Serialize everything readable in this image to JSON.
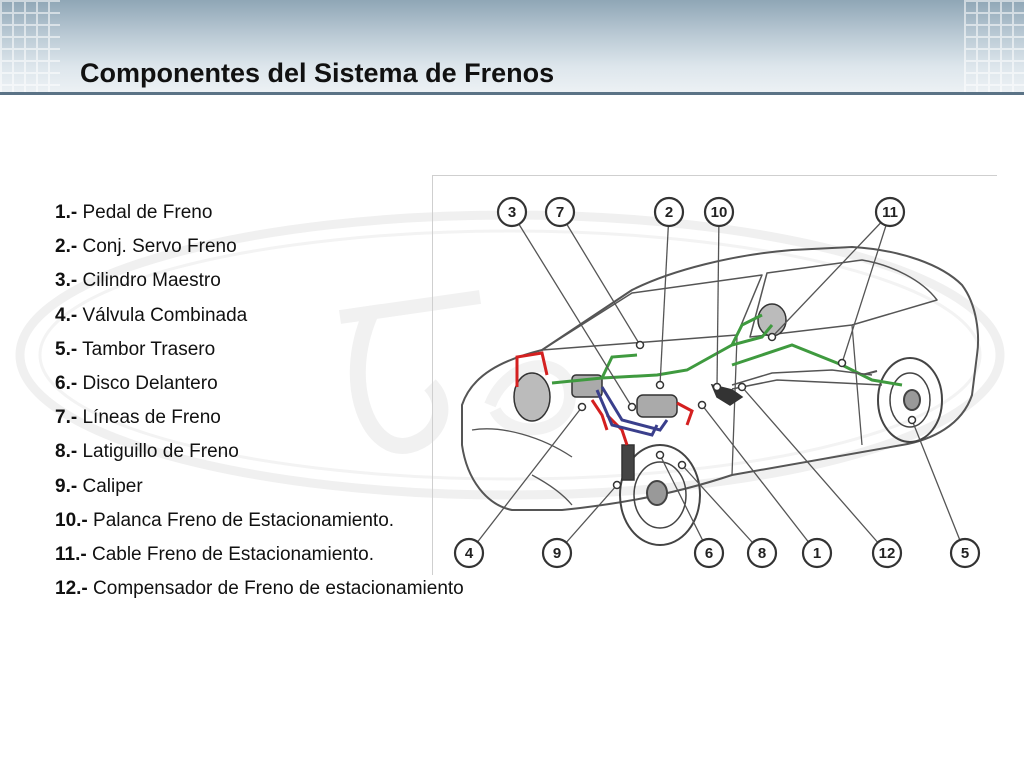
{
  "slide": {
    "title": "Componentes del Sistema de Frenos"
  },
  "components": [
    {
      "num": "1.-",
      "label": "Pedal de Freno"
    },
    {
      "num": "2.-",
      "label": "Conj. Servo Freno"
    },
    {
      "num": "3.-",
      "label": "Cilindro Maestro"
    },
    {
      "num": "4.-",
      "label": "Válvula Combinada"
    },
    {
      "num": "5.-",
      "label": "Tambor Trasero"
    },
    {
      "num": "6.-",
      "label": "Disco Delantero"
    },
    {
      "num": "7.-",
      "label": "Líneas de Freno"
    },
    {
      "num": "8.-",
      "label": "Latiguillo de Freno"
    },
    {
      "num": "9.-",
      "label": "Caliper"
    },
    {
      "num": "10.-",
      "label": "Palanca Freno de Estacionamiento."
    },
    {
      "num": "11.-",
      "label": "Cable Freno de Estacionamiento."
    },
    {
      "num": "12.-",
      "label": "Compensador de Freno de estacionamiento"
    }
  ],
  "diagram": {
    "callouts": [
      "3",
      "7",
      "2",
      "10",
      "11",
      "4",
      "9",
      "6",
      "8",
      "1",
      "12",
      "5"
    ]
  },
  "colors": {
    "header_top": "#8fa6b6",
    "title_text": "#111111",
    "brake_line_red": "#d42020",
    "brake_line_green": "#3f9a3f",
    "brake_line_blue": "#3a3f8c"
  }
}
